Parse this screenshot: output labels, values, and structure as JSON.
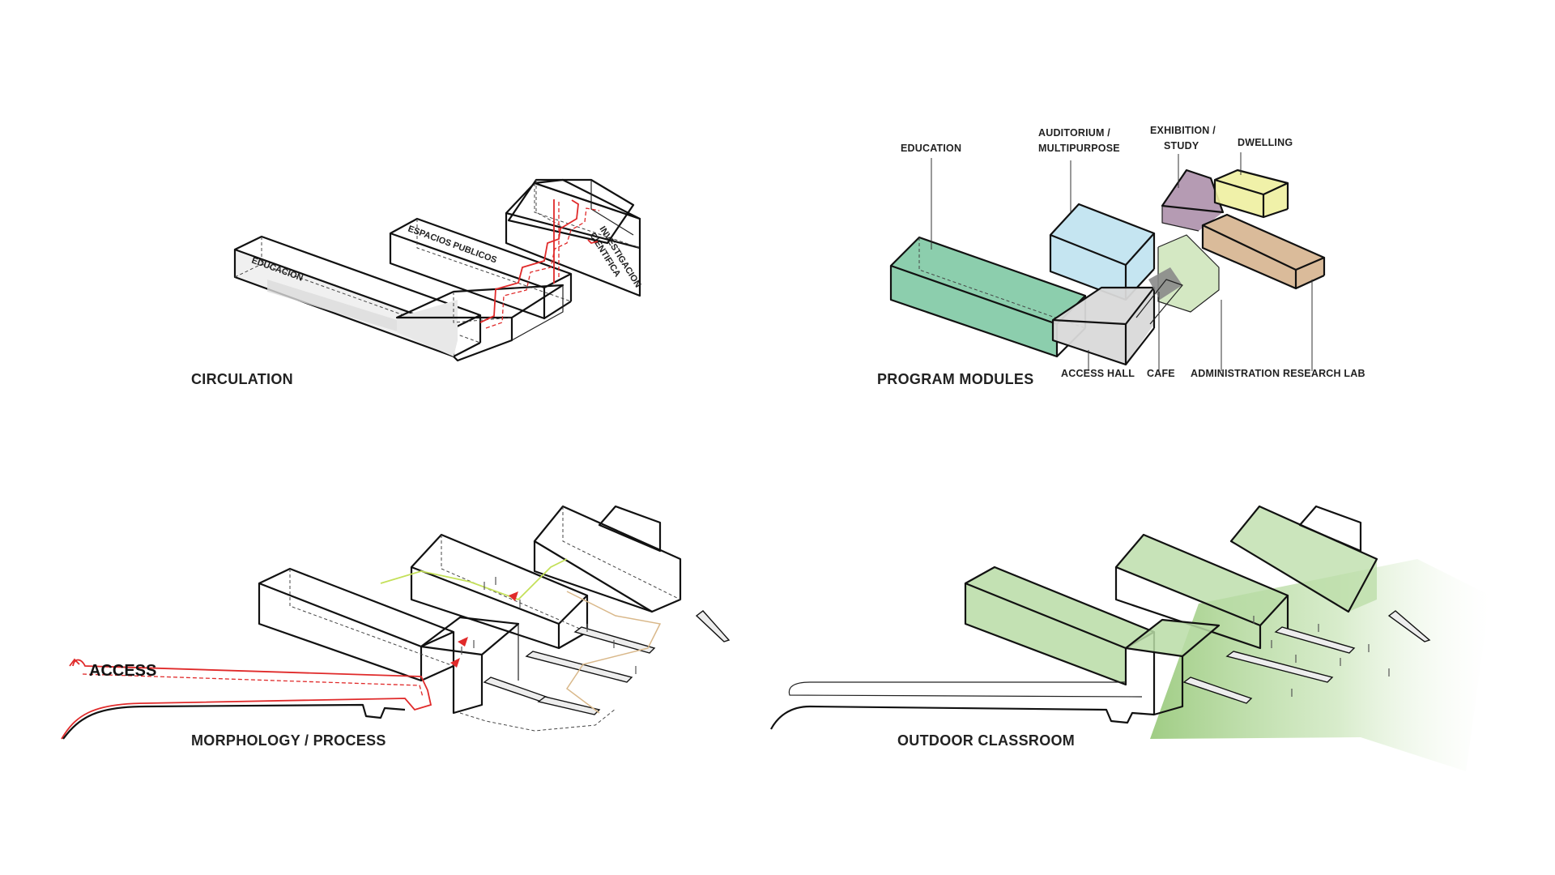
{
  "panels": {
    "circulation": {
      "caption": "CIRCULATION",
      "block_labels": [
        "EDUCACION",
        "ESPACIOS PUBLICOS",
        "INVESTIGACION",
        "CIENTIFICA"
      ]
    },
    "program": {
      "caption": "PROGRAM MODULES",
      "labels": {
        "education": "EDUCATION",
        "auditorium_1": "AUDITORIUM /",
        "auditorium_2": "MULTIPURPOSE",
        "exhibition_1": "EXHIBITION /",
        "exhibition_2": "STUDY",
        "dwelling": "DWELLING",
        "access_hall": "ACCESS HALL",
        "cafe": "CAFE",
        "administration": "ADMINISTRATION",
        "research_lab": "RESEARCH LAB"
      },
      "colors": {
        "education": "#7fc9a4",
        "auditorium": "#bfe2ef",
        "exhibition": "#a88aa6",
        "dwelling": "#eef0a0",
        "research": "#d6b48f",
        "administration": "#cfe6bc",
        "access_hall": "#d9d9d9",
        "cafe": "#8a8a8a"
      }
    },
    "morphology": {
      "caption": "MORPHOLOGY / PROCESS",
      "access_label": "ACCESS",
      "path_color": "#e02a2a",
      "route_color": "#c4e05a"
    },
    "outdoor": {
      "caption": "OUTDOOR CLASSROOM",
      "green_color": "#b9dca6"
    }
  }
}
